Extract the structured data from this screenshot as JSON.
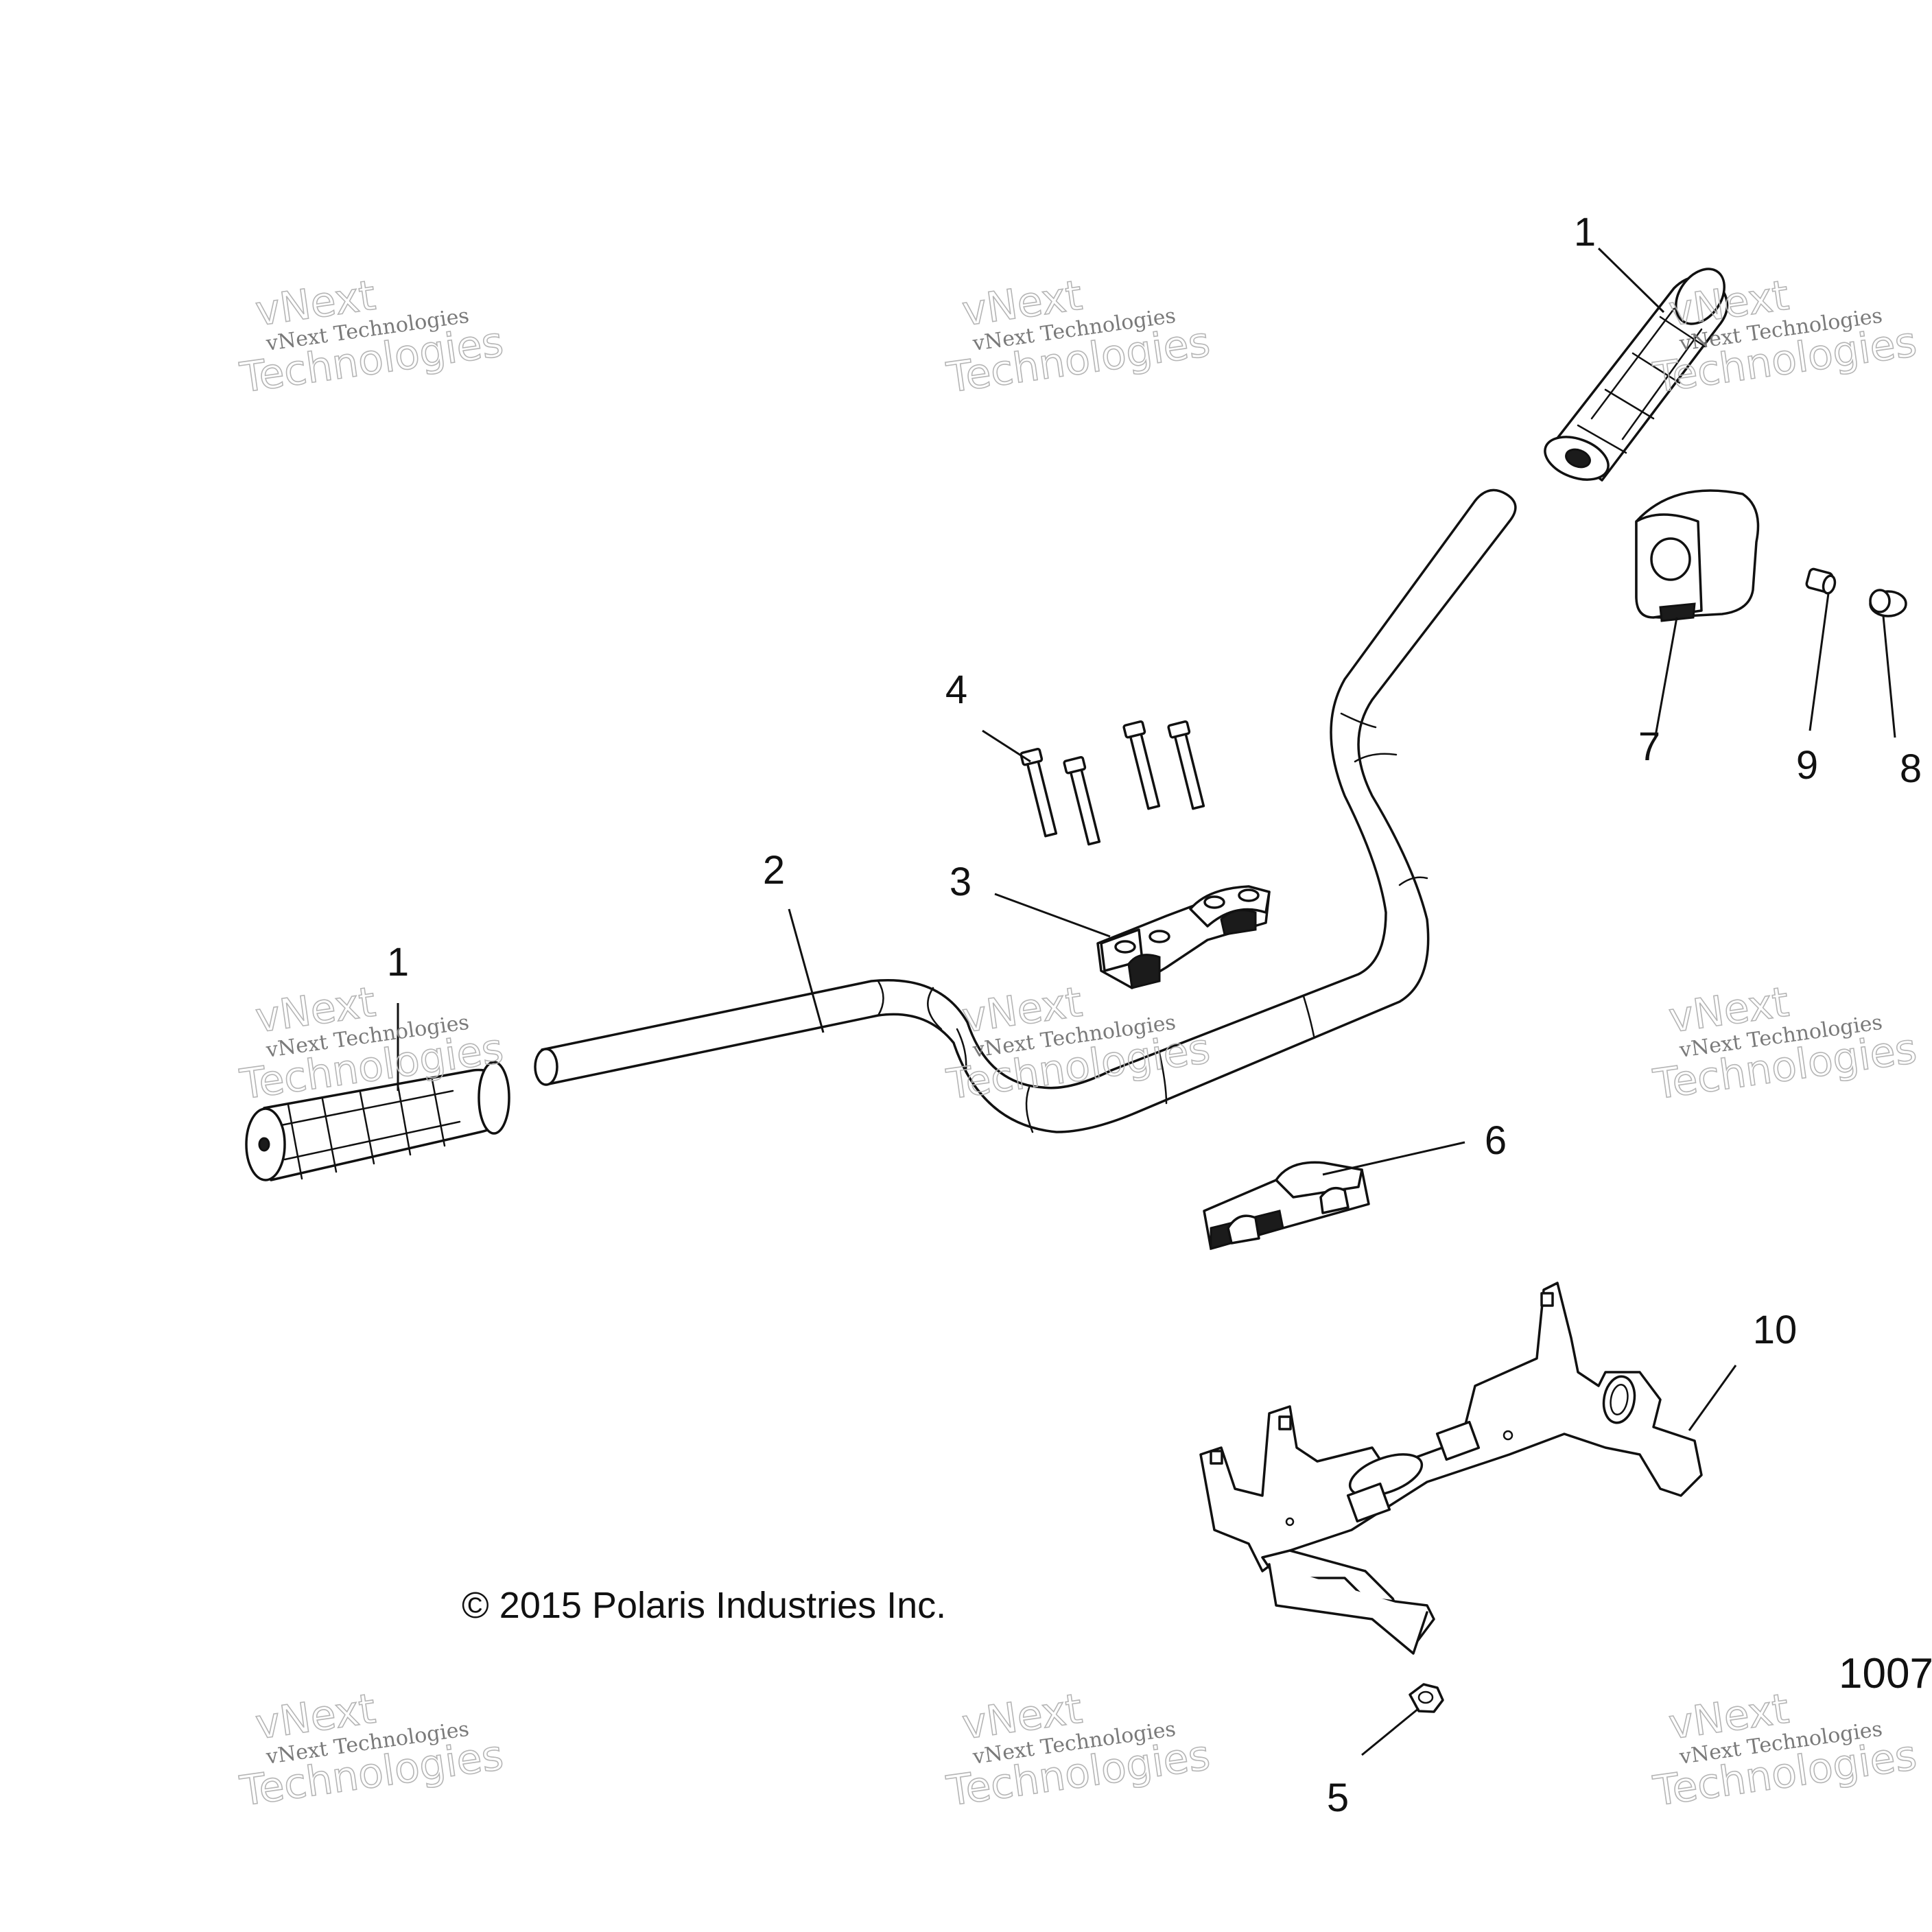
{
  "copyright": "© 2015 Polaris Industries Inc.",
  "figure_number": "1007",
  "watermark": {
    "line1": "vNext Technologies",
    "line2": "vNext",
    "line3": "Technologies"
  },
  "callouts": {
    "c1a": "1",
    "c1b": "1",
    "c2": "2",
    "c3": "3",
    "c4": "4",
    "c5": "5",
    "c6": "6",
    "c7": "7",
    "c8": "8",
    "c9": "9",
    "c10": "10"
  }
}
